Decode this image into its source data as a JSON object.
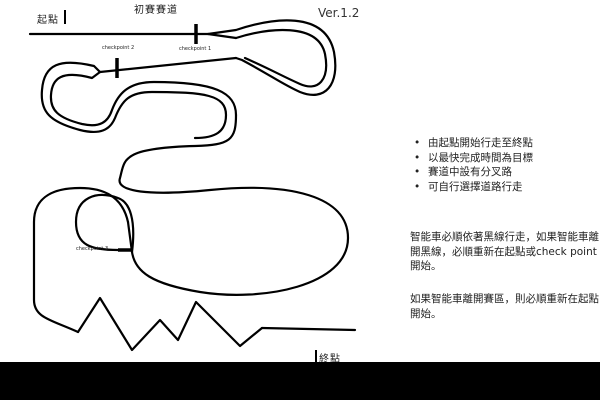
{
  "slide": {
    "title": "初賽賽道",
    "version": "Ver.1.2",
    "start_label": "起點",
    "finish_label": "終點",
    "checkpoints": {
      "cp1": "checkpoint 1",
      "cp2": "checkpoint 2",
      "cp3": "checkpoint 3"
    }
  },
  "rules": {
    "bullet": "•",
    "items": [
      "由起點開始行走至終點",
      "以最快完成時間為目標",
      "賽道中設有分叉路",
      "可自行選擇道路行走"
    ]
  },
  "notes": {
    "para1": "智能車必順依著黑線行走，如果智能車離開黑線，必順重新在起點或check point 開始。",
    "para2": "如果智能車離開賽區，則必順重新在起點開始。"
  },
  "colors": {
    "track": "#000000",
    "background": "#ffffff",
    "letterbox": "#000000"
  }
}
